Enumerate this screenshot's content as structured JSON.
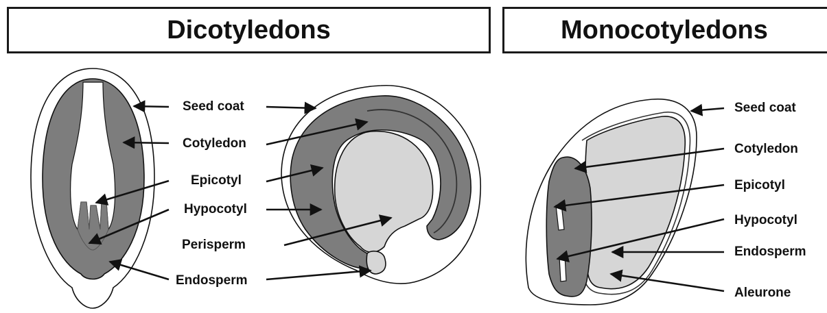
{
  "titles": {
    "dicot": "Dicotyledons",
    "monocot": "Monocotyledons"
  },
  "dicot_labels": {
    "seed_coat": "Seed coat",
    "cotyledon": "Cotyledon",
    "epicotyl": "Epicotyl",
    "hypocotyl": "Hypocotyl",
    "perisperm": "Perisperm",
    "endosperm": "Endosperm"
  },
  "monocot_labels": {
    "seed_coat": "Seed coat",
    "cotyledon": "Cotyledon",
    "epicotyl": "Epicotyl",
    "hypocotyl": "Hypocotyl",
    "endosperm": "Endosperm",
    "aleurone": "Aleurone"
  },
  "colors": {
    "tissue_dark": "#7d7d7d",
    "tissue_light": "#d6d6d6",
    "seed_coat": "#ffffff",
    "line": "#111111"
  }
}
